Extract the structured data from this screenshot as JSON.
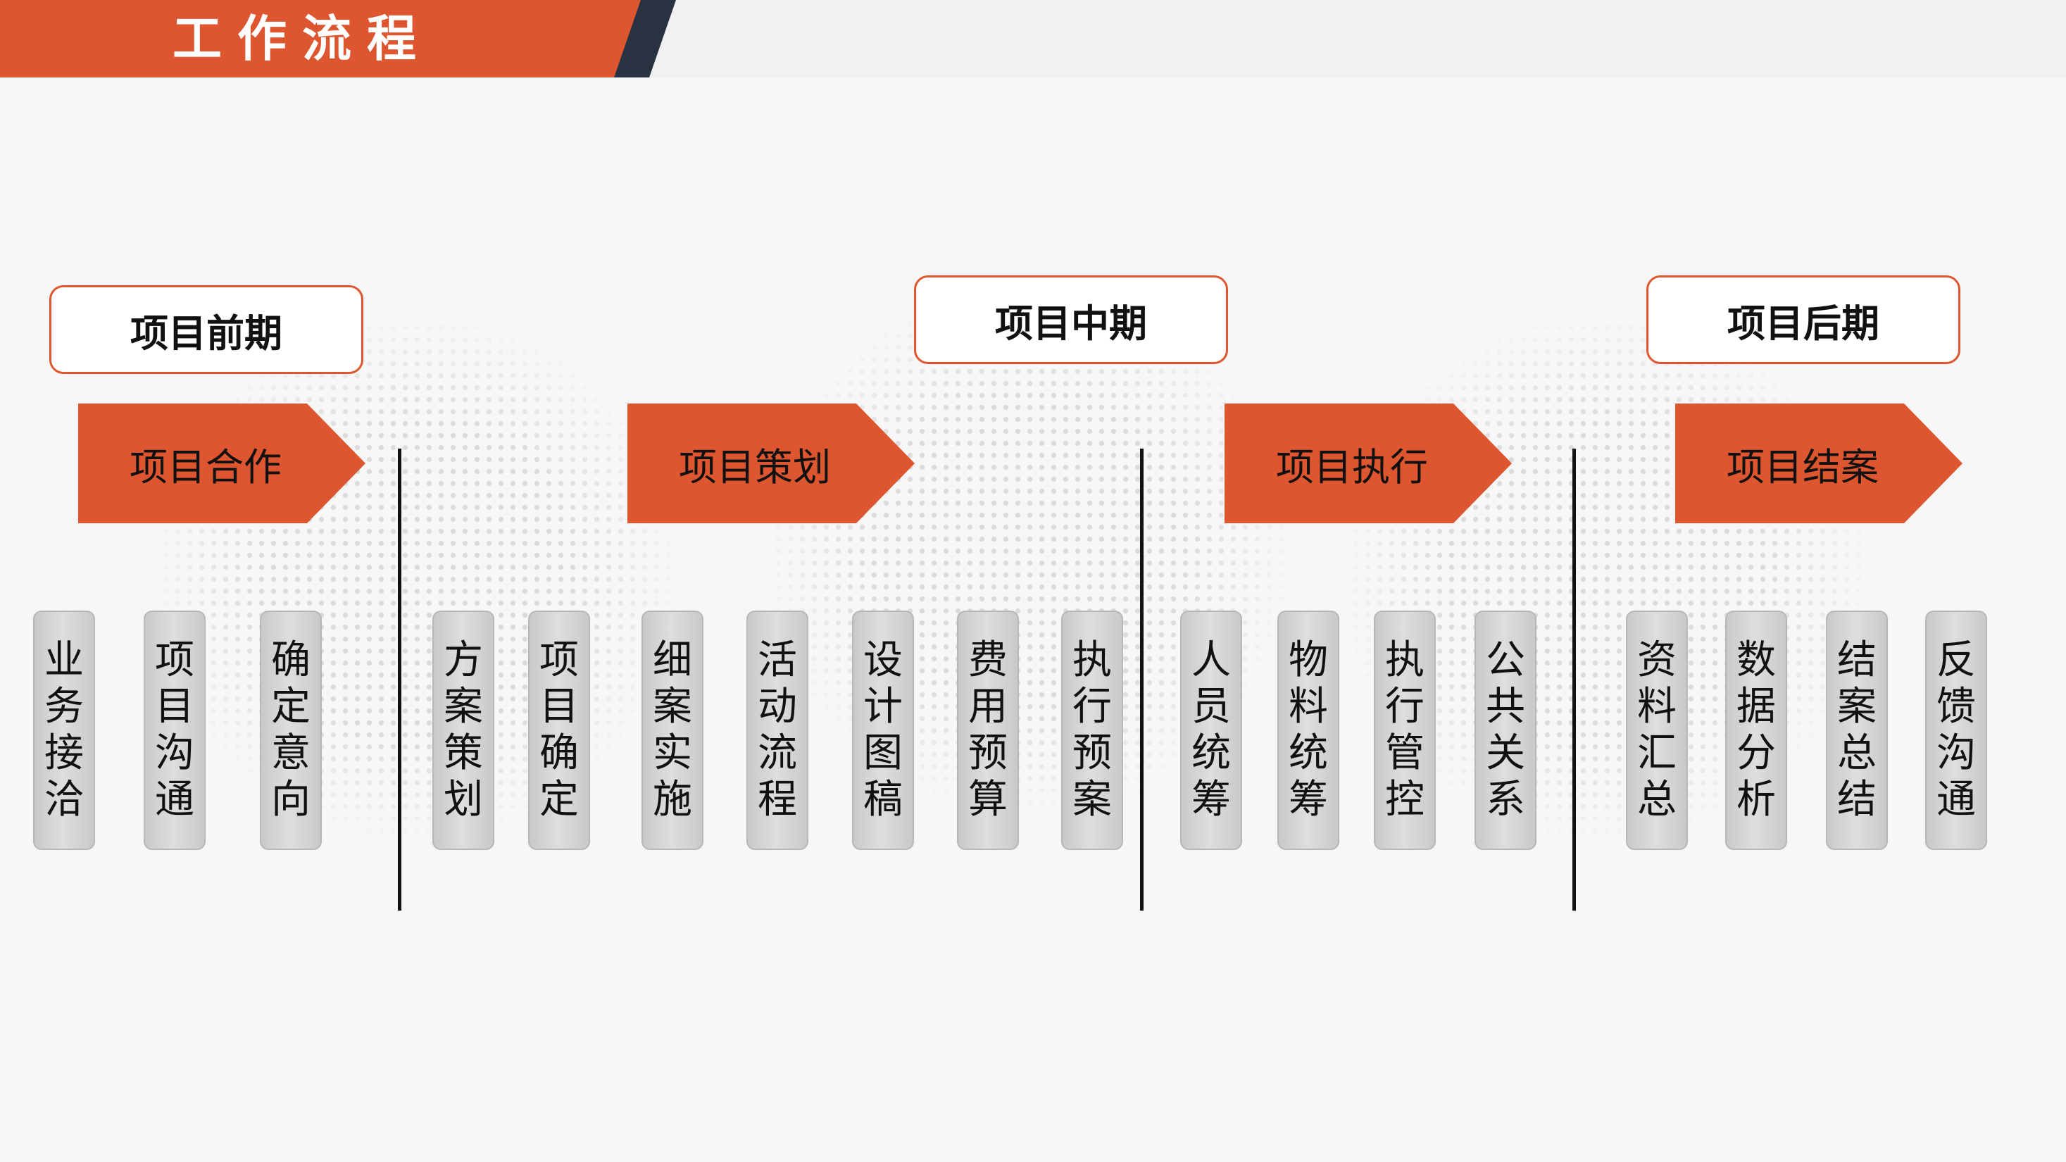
{
  "header": {
    "title": "工作流程"
  },
  "phases": [
    {
      "label": "项目前期"
    },
    {
      "label": "项目中期"
    },
    {
      "label": "项目后期"
    }
  ],
  "stages": [
    {
      "label": "项目合作",
      "steps": [
        "业务接洽",
        "项目沟通",
        "确定意向"
      ]
    },
    {
      "label": "项目策划",
      "steps": [
        "方案策划",
        "项目确定",
        "细案实施",
        "活动流程",
        "设计图稿",
        "费用预算",
        "执行预案"
      ]
    },
    {
      "label": "项目执行",
      "steps": [
        "人员统筹",
        "物料统筹",
        "执行管控",
        "公共关系"
      ]
    },
    {
      "label": "项目结案",
      "steps": [
        "资料汇总",
        "数据分析",
        "结案总结",
        "反馈沟通"
      ]
    }
  ],
  "colors": {
    "accent": "#dd5630",
    "dark": "#283241",
    "pill": "#d4d4d4",
    "background": "#f7f7f7"
  }
}
